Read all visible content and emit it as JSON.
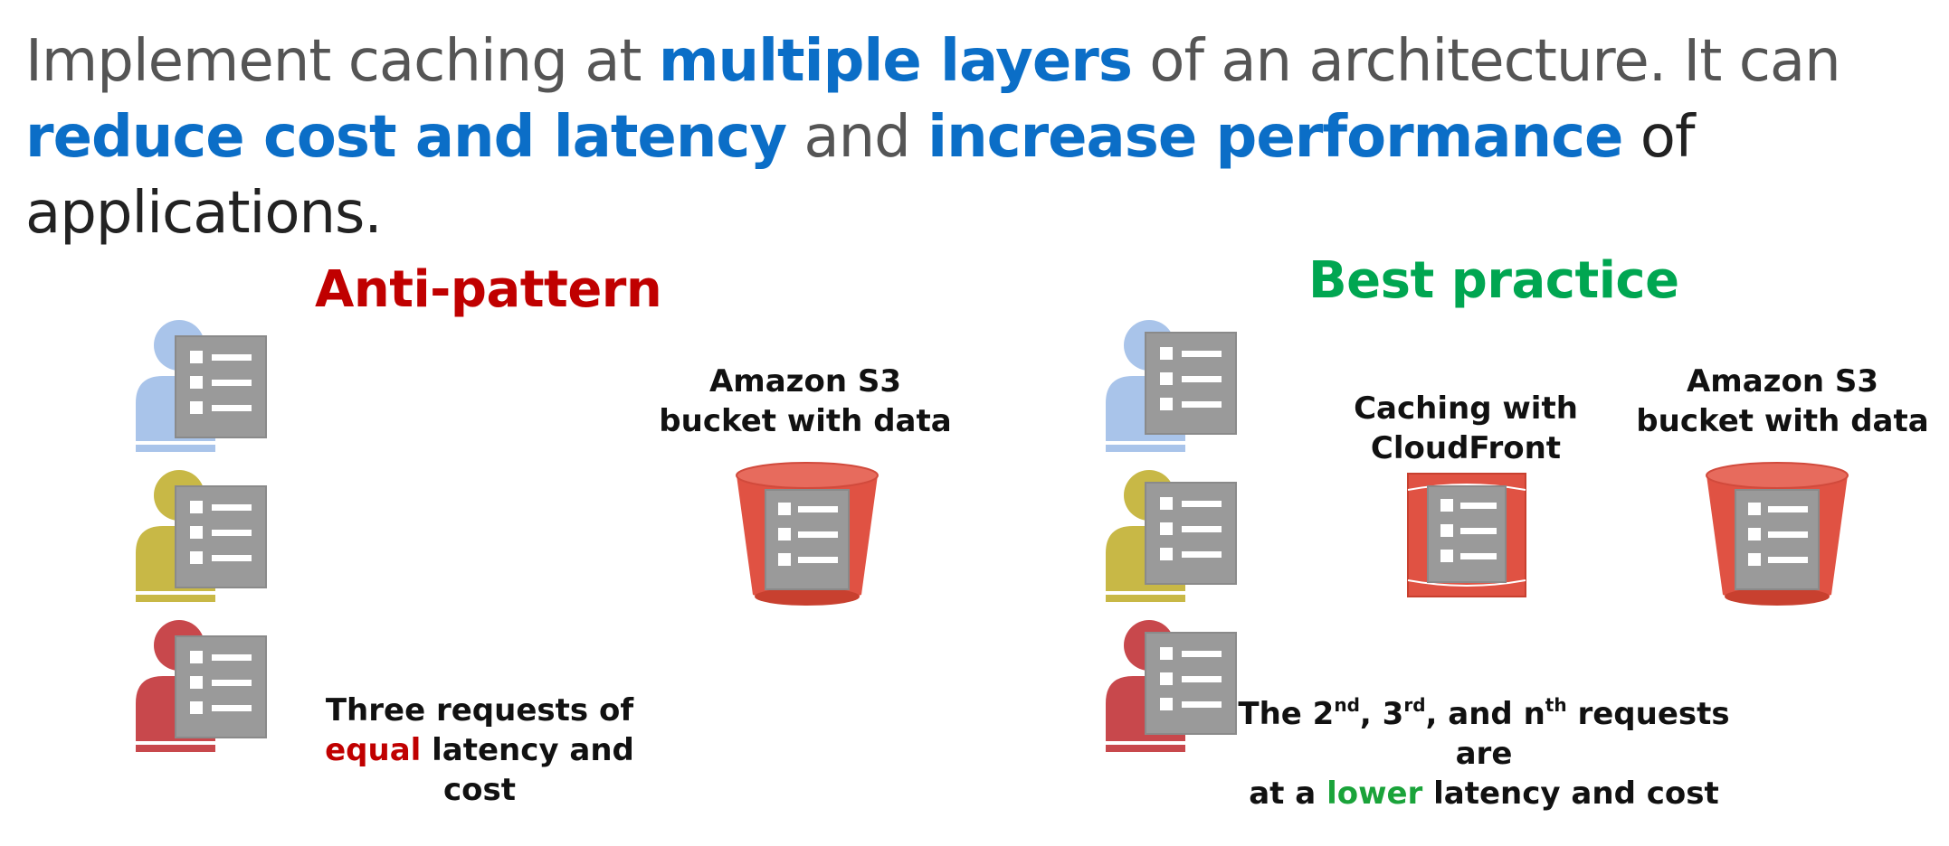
{
  "headline": {
    "part1": "Implement caching at ",
    "hl1": "multiple layers",
    "part2": " of an architecture. It can ",
    "hl2": "reduce cost and latency",
    "part3": " and ",
    "hl3": "increase performance",
    "part4": " of applications."
  },
  "anti_pattern": {
    "title": "Anti-pattern",
    "bucket_label_line1": "Amazon S3",
    "bucket_label_line2": "bucket with data",
    "caption_line1": "Three requests of",
    "caption_emph": "equal",
    "caption_rest": " latency and cost"
  },
  "best_practice": {
    "title": "Best practice",
    "cache_label_line1": "Caching with",
    "cache_label_line2": "CloudFront",
    "bucket_label_line1": "Amazon S3",
    "bucket_label_line2": "bucket with data",
    "caption_prefix": "The 2",
    "sup_nd": "nd",
    "caption_mid1": ", 3",
    "sup_rd": "rd",
    "caption_mid2": ", and n",
    "sup_th": "th",
    "caption_end": " requests are",
    "caption2_prefix": "at a ",
    "caption2_emph": "lower",
    "caption2_rest": " latency and cost"
  },
  "colors": {
    "accent_blue": "#0b6ec7",
    "anti_red": "#c00000",
    "best_green": "#00a651",
    "user_blue": "#a9c4ea",
    "user_olive": "#c8b846",
    "user_red": "#c8484c",
    "bucket_red": "#e05243",
    "doc_gray": "#9a9a9a"
  },
  "icons": [
    "user-document-icon",
    "s3-bucket-icon",
    "cloudfront-icon"
  ]
}
